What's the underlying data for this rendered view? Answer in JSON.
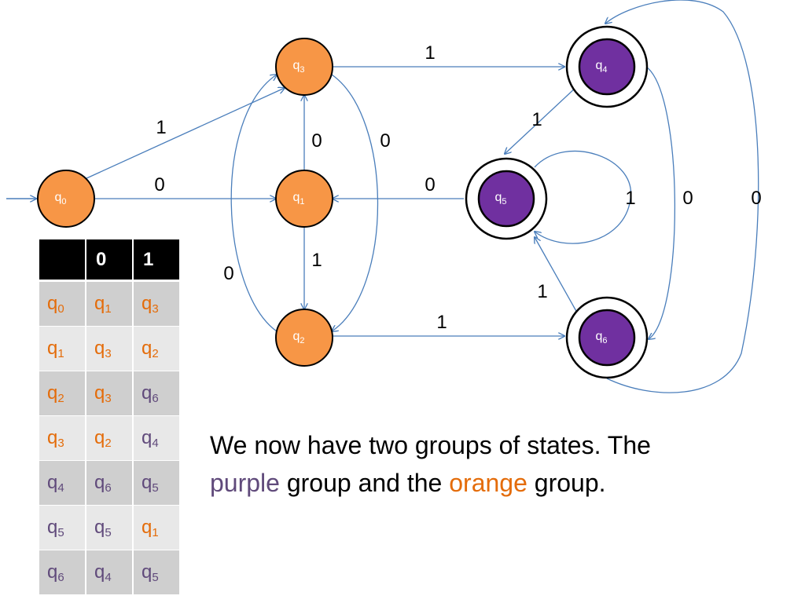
{
  "colors": {
    "orange": "#f79646",
    "purple": "#7030a0",
    "edge": "#4a7ebb",
    "orange_text": "#e46c0a",
    "purple_text": "#604a7b"
  },
  "diagram": {
    "start_marker": "start-arrow",
    "states": [
      {
        "id": "q0",
        "base": "q",
        "sub": "0",
        "group": "orange",
        "accepting": false
      },
      {
        "id": "q1",
        "base": "q",
        "sub": "1",
        "group": "orange",
        "accepting": false
      },
      {
        "id": "q2",
        "base": "q",
        "sub": "2",
        "group": "orange",
        "accepting": false
      },
      {
        "id": "q3",
        "base": "q",
        "sub": "3",
        "group": "orange",
        "accepting": false
      },
      {
        "id": "q4",
        "base": "q",
        "sub": "4",
        "group": "purple",
        "accepting": true
      },
      {
        "id": "q5",
        "base": "q",
        "sub": "5",
        "group": "purple",
        "accepting": true
      },
      {
        "id": "q6",
        "base": "q",
        "sub": "6",
        "group": "purple",
        "accepting": true
      }
    ],
    "transitions": [
      {
        "from": "q0",
        "to": "q3",
        "symbol": "1"
      },
      {
        "from": "q0",
        "to": "q1",
        "symbol": "0"
      },
      {
        "from": "q1",
        "to": "q3",
        "symbol": "0"
      },
      {
        "from": "q1",
        "to": "q2",
        "symbol": "1"
      },
      {
        "from": "q2",
        "to": "q3",
        "symbol": "0"
      },
      {
        "from": "q3",
        "to": "q2",
        "symbol": "0"
      },
      {
        "from": "q3",
        "to": "q4",
        "symbol": "1"
      },
      {
        "from": "q4",
        "to": "q5",
        "symbol": "1"
      },
      {
        "from": "q5",
        "to": "q1",
        "symbol": "0"
      },
      {
        "from": "q5",
        "to": "q5",
        "symbol": "1"
      },
      {
        "from": "q4",
        "to": "q6",
        "symbol": "0"
      },
      {
        "from": "q6",
        "to": "q5",
        "symbol": "1"
      },
      {
        "from": "q2",
        "to": "q6",
        "symbol": "1"
      },
      {
        "from": "q6",
        "to": "q4",
        "symbol": "0"
      }
    ]
  },
  "table": {
    "headers": [
      "",
      "0",
      "1"
    ],
    "rows": [
      [
        {
          "t": "q",
          "s": "0",
          "g": "orange"
        },
        {
          "t": "q",
          "s": "1",
          "g": "orange"
        },
        {
          "t": "q",
          "s": "3",
          "g": "orange"
        }
      ],
      [
        {
          "t": "q",
          "s": "1",
          "g": "orange"
        },
        {
          "t": "q",
          "s": "3",
          "g": "orange"
        },
        {
          "t": "q",
          "s": "2",
          "g": "orange"
        }
      ],
      [
        {
          "t": "q",
          "s": "2",
          "g": "orange"
        },
        {
          "t": "q",
          "s": "3",
          "g": "orange"
        },
        {
          "t": "q",
          "s": "6",
          "g": "purple"
        }
      ],
      [
        {
          "t": "q",
          "s": "3",
          "g": "orange"
        },
        {
          "t": "q",
          "s": "2",
          "g": "orange"
        },
        {
          "t": "q",
          "s": "4",
          "g": "purple"
        }
      ],
      [
        {
          "t": "q",
          "s": "4",
          "g": "purple"
        },
        {
          "t": "q",
          "s": "6",
          "g": "purple"
        },
        {
          "t": "q",
          "s": "5",
          "g": "purple"
        }
      ],
      [
        {
          "t": "q",
          "s": "5",
          "g": "purple"
        },
        {
          "t": "q",
          "s": "5",
          "g": "purple"
        },
        {
          "t": "q",
          "s": "1",
          "g": "orange"
        }
      ],
      [
        {
          "t": "q",
          "s": "6",
          "g": "purple"
        },
        {
          "t": "q",
          "s": "4",
          "g": "purple"
        },
        {
          "t": "q",
          "s": "5",
          "g": "purple"
        }
      ]
    ]
  },
  "caption": {
    "line1": "We now have two groups of states. The",
    "purple_word": "purple",
    "mid": " group and the ",
    "orange_word": "orange",
    "end": " group."
  }
}
